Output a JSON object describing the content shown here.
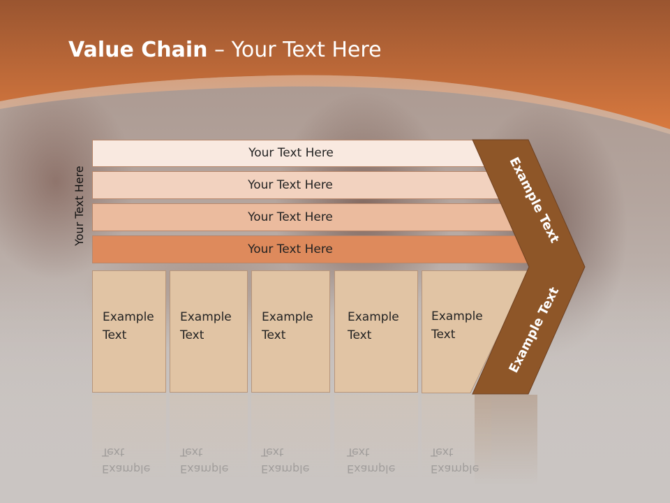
{
  "slide": {
    "title_bold": "Value Chain",
    "title_rest": " – Your Text Here",
    "vertical_label": "Your Text Here"
  },
  "rows": [
    {
      "label": "Your Text Here",
      "fill": "#f9e9e0"
    },
    {
      "label": "Your Text Here",
      "fill": "#f2d2bf"
    },
    {
      "label": "Your Text Here",
      "fill": "#ebbb9e"
    },
    {
      "label": "Your Text Here",
      "fill": "#de8a5c"
    }
  ],
  "boxes": [
    {
      "label": "Example\nText"
    },
    {
      "label": "Example\nText"
    },
    {
      "label": "Example\nText"
    },
    {
      "label": "Example\nText"
    },
    {
      "label": "Example\nText"
    }
  ],
  "chevron": {
    "upper_label": "Example Text",
    "lower_label": "Example Text",
    "fill": "#8e5628"
  },
  "colors": {
    "header_top": "#9a5530",
    "header_bottom": "#d8793f",
    "box_fill": "#e1c4a4"
  }
}
